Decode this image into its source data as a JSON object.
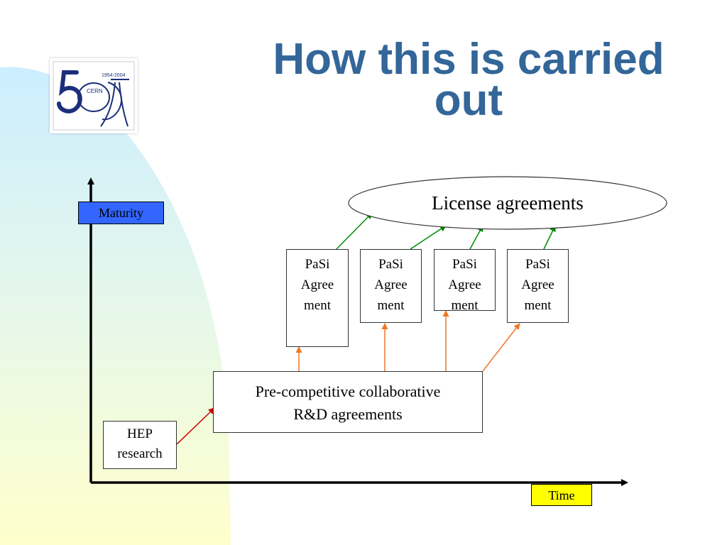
{
  "title": {
    "line1": "How this is carried",
    "line2": "out"
  },
  "logo": {
    "years": "1954-2004",
    "org": "CERN",
    "number": "50"
  },
  "axes": {
    "y_label": "Maturity",
    "x_label": "Time"
  },
  "nodes": {
    "hep": {
      "line1": "HEP",
      "line2": "research"
    },
    "precompetitive": {
      "line1": "Pre-competitive collaborative",
      "line2": "R&D agreements"
    },
    "license": "License agreements",
    "pasi": [
      {
        "line1": "PaSi",
        "line2": "Agree",
        "line3": "ment"
      },
      {
        "line1": "PaSi",
        "line2": "Agree",
        "line3": "ment"
      },
      {
        "line1": "PaSi",
        "line2": "Agree",
        "line3": "ment"
      },
      {
        "line1": "PaSi",
        "line2": "Agree",
        "line3": "ment"
      }
    ]
  },
  "colors": {
    "title": "#336699",
    "maturity_bg": "#3366ff",
    "time_bg": "#ffff00",
    "arrow_red": "#cc0000",
    "arrow_orange": "#ee7722",
    "arrow_green": "#008800",
    "bg_cyan": "#cceeff",
    "bg_yellow": "#ffffcc"
  }
}
